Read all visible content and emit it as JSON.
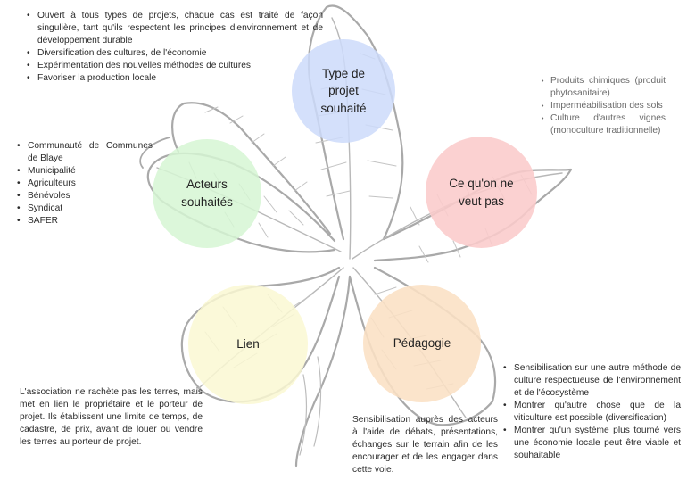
{
  "circles": {
    "type_projet": {
      "lines": [
        "Type de",
        "projet",
        "souhaité"
      ],
      "color": "#cddbfa"
    },
    "acteurs": {
      "lines": [
        "Acteurs",
        "souhaités"
      ],
      "color": "#d6f6d4"
    },
    "ce_quon_ne_veut_pas": {
      "lines": [
        "Ce qu'on ne",
        "veut pas"
      ],
      "color": "#facbcb"
    },
    "lien": {
      "lines": [
        "Lien"
      ],
      "color": "#faf8d2"
    },
    "pedagogie": {
      "lines": [
        "Pédagogie"
      ],
      "color": "#fae0c4"
    }
  },
  "type_projet_items": [
    "Ouvert à tous types de projets, chaque cas est traité de façon singulière, tant qu'ils respectent les principes d'environnement et de développement durable",
    "Diversification des cultures, de l'économie",
    "Expérimentation des nouvelles méthodes de cultures",
    "Favoriser la production locale"
  ],
  "acteurs_items": [
    "Communauté de Communes de Blaye",
    "Municipalité",
    "Agriculteurs",
    "Bénévoles",
    "Syndicat",
    "SAFER"
  ],
  "ce_quon_ne_veut_pas_items": [
    "Produits chimiques (produit phytosanitaire)",
    "Imperméabilisation des sols",
    "Culture d'autres vignes (monoculture traditionnelle)"
  ],
  "lien_text": "L'association ne rachète pas les terres, mais met en lien le propriétaire et le porteur de projet. Ils établissent une limite de temps, de cadastre, de prix, avant de louer ou vendre les terres au porteur de projet.",
  "pedagogie_text": "Sensibilisation auprès des acteurs à l'aide de débats, présentations, échanges sur le terrain afin de les encourager et de les engager dans cette voie.",
  "pedagogie_items": [
    "Sensibilisation sur une autre méthode de culture respectueuse de l'environnement et de l'écosystème",
    "Montrer qu'autre chose que de la viticulture est possible (diversification)",
    "Montrer qu'un système plus tourné vers une économie locale peut être viable et souhaitable"
  ],
  "icons": {
    "background": "leaf-sketch-icon"
  }
}
